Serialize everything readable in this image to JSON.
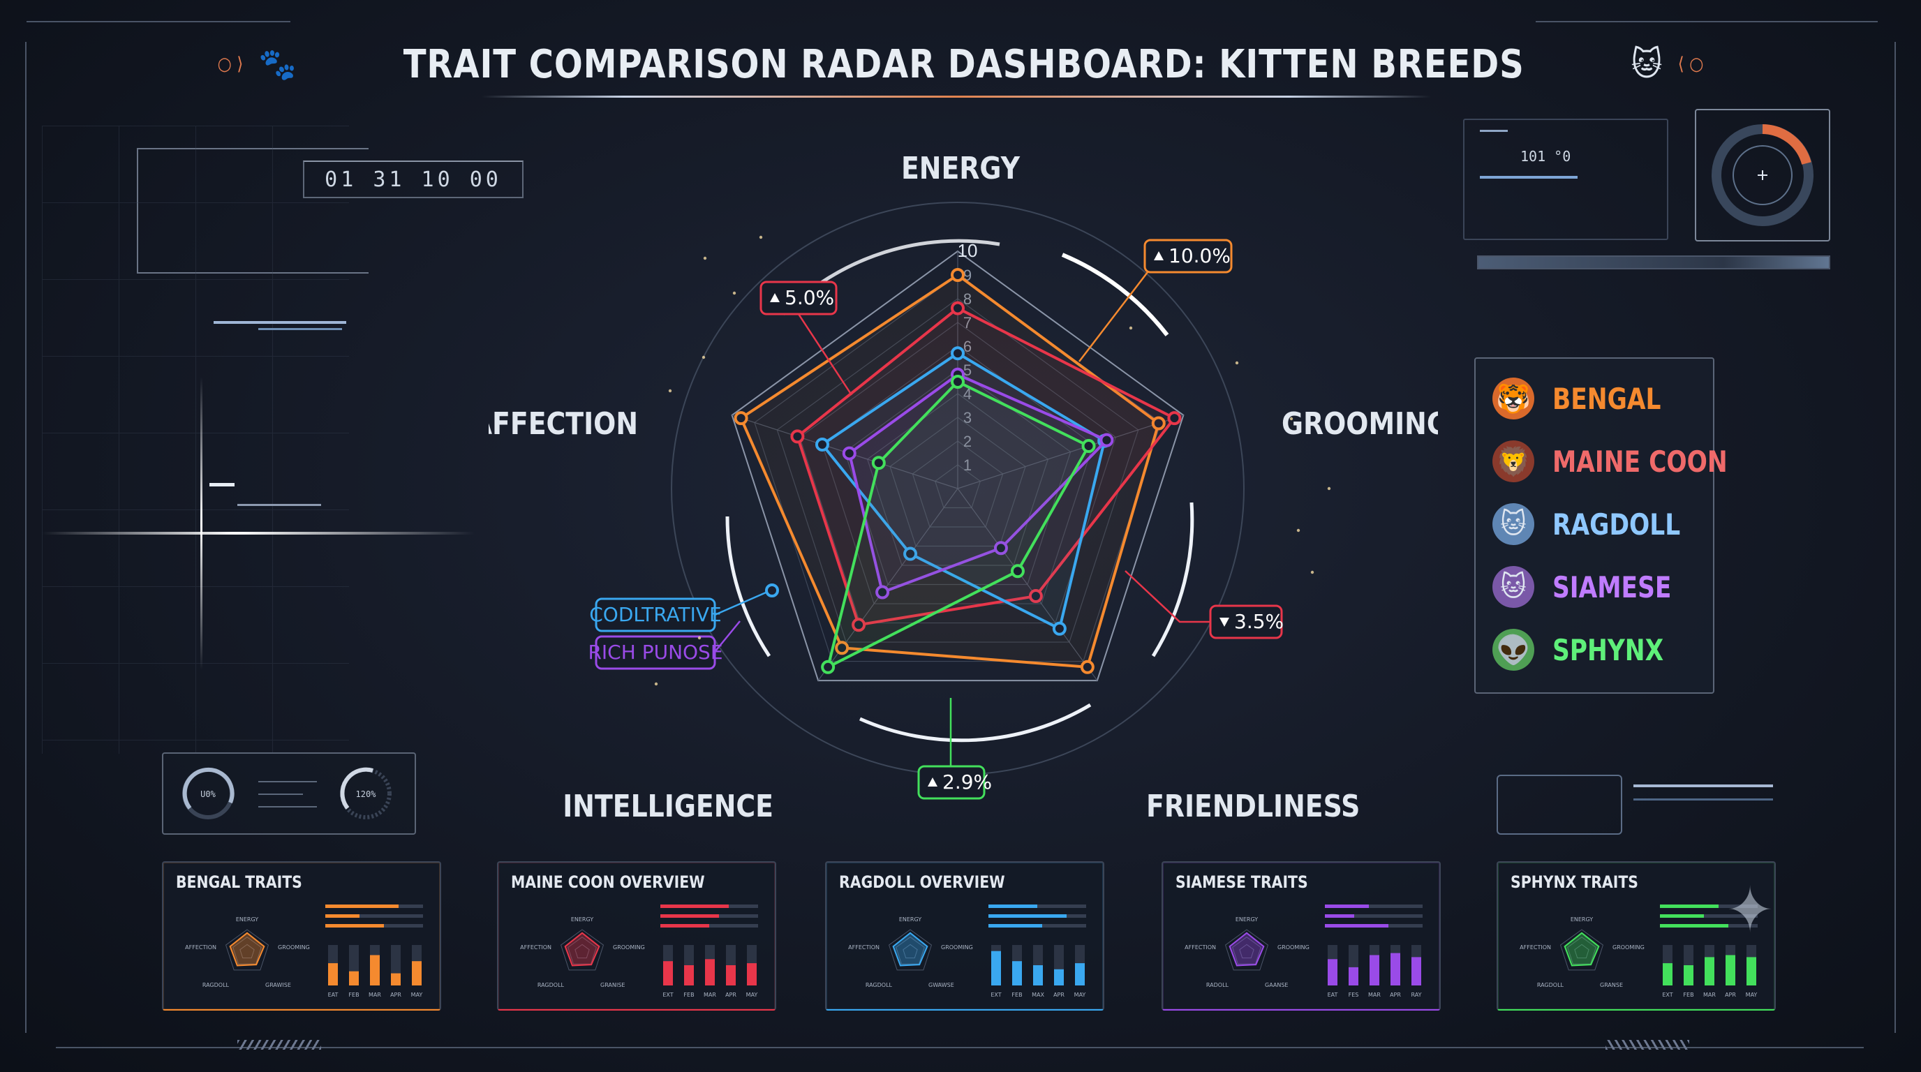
{
  "title": "TRAIT COMPARISON RADAR DASHBOARD: KITTEN BREEDS",
  "timer": "01 31 10 00",
  "colors": {
    "bengal": "#f58a2f",
    "maine_coon": "#e8364a",
    "ragdoll": "#3aa8f0",
    "siamese": "#9a4be8",
    "sphynx": "#43e05c",
    "background": "#141925"
  },
  "legend": [
    {
      "label": "BENGAL",
      "icon": "bengal-cat-icon",
      "color": "#f58a2f"
    },
    {
      "label": "MAINE COON",
      "icon": "maine-coon-cat-icon",
      "color": "#ef6a6a"
    },
    {
      "label": "RAGDOLL",
      "icon": "ragdoll-cat-icon",
      "color": "#8fc8ff"
    },
    {
      "label": "SIAMESE",
      "icon": "siamese-cat-icon",
      "color": "#c07cff"
    },
    {
      "label": "SPHYNX",
      "icon": "sphynx-cat-icon",
      "color": "#5ff07a"
    }
  ],
  "callouts": [
    {
      "text": "5.0%",
      "direction": "up",
      "color": "#e8364a"
    },
    {
      "text": "10.0%",
      "direction": "up",
      "color": "#f58a2f"
    },
    {
      "text": "3.5%",
      "direction": "down",
      "color": "#e8364a"
    },
    {
      "text": "2.9%",
      "direction": "up",
      "color": "#43e05c"
    },
    {
      "text": "CODLTRATIVE",
      "direction": "",
      "color": "#3aa8f0"
    },
    {
      "text": "RICH PUNOSE",
      "direction": "",
      "color": "#9a4be8"
    }
  ],
  "gauges": [
    "U0%",
    "120%"
  ],
  "panels": [
    {
      "title": "BENGAL TRAITS",
      "color": "#f58a2f",
      "bars": [
        0.55,
        0.35,
        0.75,
        0.3,
        0.6
      ],
      "progress": [
        0.75,
        0.35,
        0.6
      ],
      "axes": [
        "ENERGY",
        "GROOMING",
        "GRAWISE",
        "RAGDOLL",
        "AFFECTION"
      ],
      "months": [
        "EAT",
        "FEB",
        "MAR",
        "APR",
        "MAY"
      ]
    },
    {
      "title": "MAINE COON OVERVIEW",
      "color": "#e8364a",
      "bars": [
        0.6,
        0.5,
        0.65,
        0.5,
        0.55
      ],
      "progress": [
        0.7,
        0.6,
        0.5
      ],
      "axes": [
        "ENERGY",
        "GROOMING",
        "GRANISE",
        "RAGDOLL",
        "AFFECTION"
      ],
      "months": [
        "EXT",
        "FEB",
        "MAR",
        "APR",
        "MAY"
      ]
    },
    {
      "title": "RAGDOLL OVERVIEW",
      "color": "#3aa8f0",
      "bars": [
        0.85,
        0.6,
        0.5,
        0.4,
        0.55
      ],
      "progress": [
        0.5,
        0.8,
        0.55
      ],
      "axes": [
        "ENERGY",
        "GROOMING",
        "GWAWSE",
        "RAGDOLL",
        "AFFECTION"
      ],
      "months": [
        "EXT",
        "FEB",
        "MAX",
        "APR",
        "MAY"
      ]
    },
    {
      "title": "SIAMESE TRAITS",
      "color": "#9a4be8",
      "bars": [
        0.65,
        0.45,
        0.75,
        0.8,
        0.7
      ],
      "progress": [
        0.45,
        0.3,
        0.65
      ],
      "axes": [
        "ENERGY",
        "GROOMING",
        "GAANSE",
        "RADOLL",
        "AFFECTION"
      ],
      "months": [
        "EAT",
        "FES",
        "MAR",
        "APR",
        "RAY"
      ]
    },
    {
      "title": "SPHYNX TRAITS",
      "color": "#43e05c",
      "bars": [
        0.55,
        0.5,
        0.7,
        0.75,
        0.7
      ],
      "progress": [
        0.6,
        0.45,
        0.7
      ],
      "axes": [
        "ENERGY",
        "GROOMING",
        "GRANSE",
        "RAGDOLL",
        "AFFECTION"
      ],
      "months": [
        "EXT",
        "FEB",
        "MAR",
        "APR",
        "MAY"
      ]
    }
  ],
  "chart_data": {
    "type": "radar",
    "axes": [
      "ENERGY",
      "GROOMING",
      "FRIENDLINESS",
      "INTELLIGENCE",
      "AFFECTION"
    ],
    "ticks": [
      "1",
      "2",
      "3",
      "4",
      "5",
      "6",
      "7",
      "8",
      "9",
      "10"
    ],
    "range": [
      0,
      10
    ],
    "series": [
      {
        "name": "BENGAL",
        "values": [
          9.0,
          8.9,
          9.3,
          8.3,
          9.6
        ]
      },
      {
        "name": "MAINE COON",
        "values": [
          7.6,
          9.6,
          5.6,
          7.1,
          7.1
        ]
      },
      {
        "name": "RAGDOLL",
        "values": [
          5.7,
          6.5,
          7.3,
          3.4,
          6.0
        ]
      },
      {
        "name": "SIAMESE",
        "values": [
          4.8,
          6.6,
          3.1,
          5.4,
          4.8
        ]
      },
      {
        "name": "SPHYNX",
        "values": [
          4.5,
          5.8,
          4.3,
          9.3,
          3.5
        ]
      }
    ]
  }
}
